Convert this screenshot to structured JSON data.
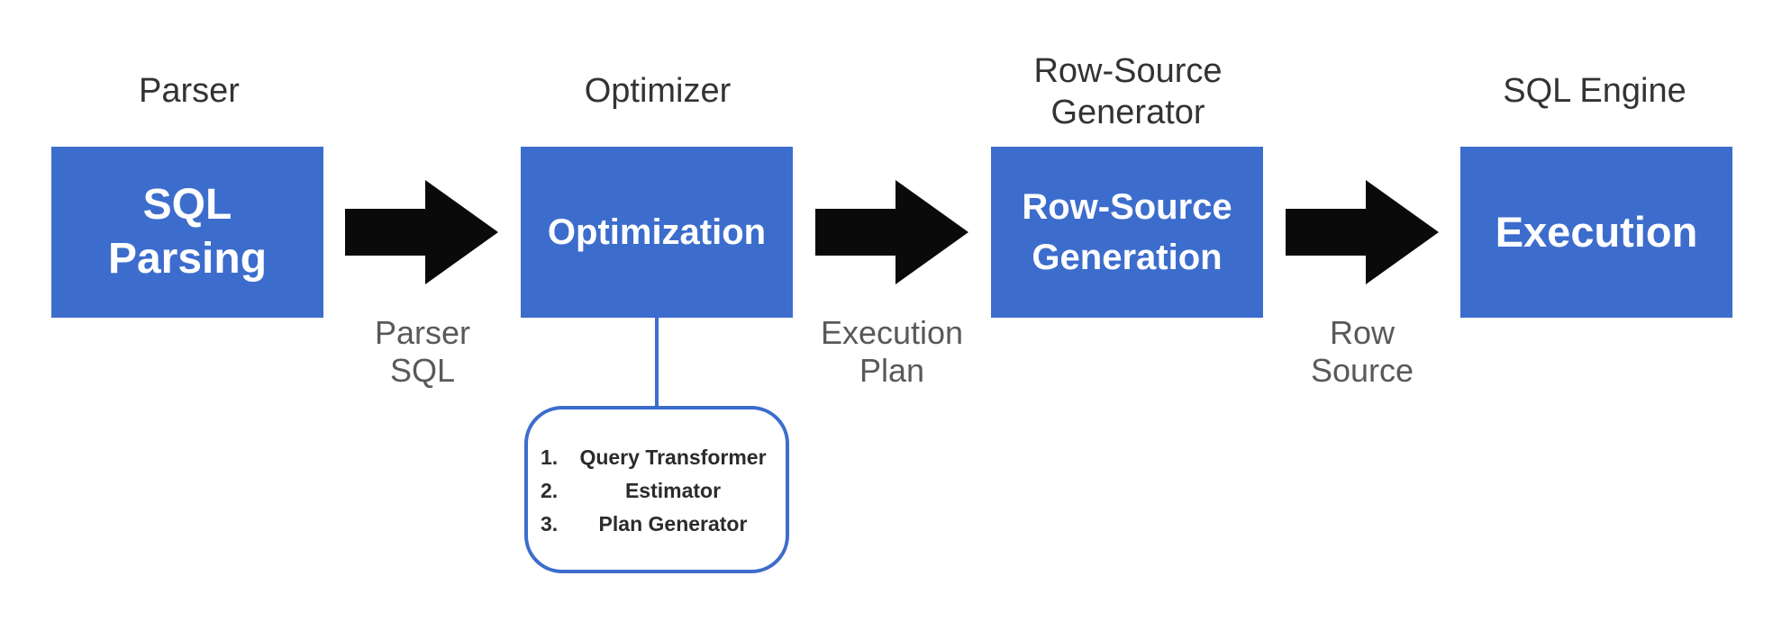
{
  "stages": [
    {
      "title": "Parser",
      "box": "SQL\nParsing"
    },
    {
      "title": "Optimizer",
      "box": "Optimization"
    },
    {
      "title": "Row-Source\nGenerator",
      "box": "Row-Source\nGeneration"
    },
    {
      "title": "SQL Engine",
      "box": "Execution"
    }
  ],
  "flows": [
    {
      "label": "Parser\nSQL"
    },
    {
      "label": "Execution\nPlan"
    },
    {
      "label": "Row\nSource"
    }
  ],
  "optimizer_components": [
    {
      "number": "1.",
      "name": "Query Transformer"
    },
    {
      "number": "2.",
      "name": "Estimator"
    },
    {
      "number": "3.",
      "name": "Plan Generator"
    }
  ],
  "colors": {
    "box_fill": "#3d6dcc",
    "box_text": "#ffffff",
    "arrow": "#0a0a0a",
    "title_text": "#333333",
    "flow_text": "#595959"
  }
}
